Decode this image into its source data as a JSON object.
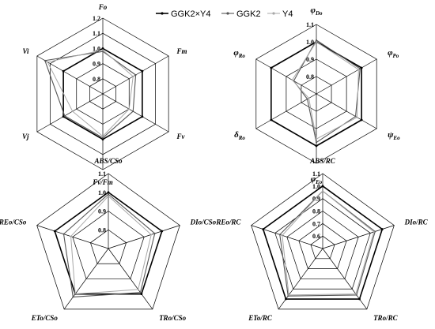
{
  "legend": {
    "series": [
      {
        "label": "GGK2×Y4",
        "color": "#000000",
        "width": 1.6
      },
      {
        "label": "GGK2",
        "color": "#555555",
        "width": 1.1
      },
      {
        "label": "Y4",
        "color": "#a8a8a8",
        "width": 1.0
      }
    ]
  },
  "chart_data": [
    {
      "type": "radar",
      "axes": [
        "Fo",
        "Fm",
        "Fv",
        "Fv/Fm",
        "Vj",
        "Vi"
      ],
      "axis_labels": [
        "Fo",
        "Fm",
        "Fv",
        "Fv/Fm",
        "Vj",
        "Vi"
      ],
      "ticks": [
        "0.8",
        "0.9",
        "1.0",
        "1.1",
        "1.2"
      ],
      "rlim": [
        0.7,
        1.2
      ],
      "grid_levels": [
        0.8,
        0.9,
        1.0,
        1.1,
        1.2
      ],
      "series": [
        {
          "name": "GGK2×Y4",
          "values": [
            1.0,
            1.0,
            1.0,
            1.0,
            1.0,
            1.0
          ]
        },
        {
          "name": "GGK2",
          "values": [
            0.98,
            0.95,
            0.93,
            0.99,
            0.99,
            1.14
          ]
        },
        {
          "name": "Y4",
          "values": [
            0.99,
            0.93,
            0.9,
            0.98,
            0.93,
            1.12
          ]
        }
      ]
    },
    {
      "type": "radar",
      "axes": [
        "phiDo",
        "phiPo",
        "psiEo",
        "phiEo",
        "deltaRo",
        "phiRo"
      ],
      "axis_labels": [
        {
          "main": "φ",
          "sub": "Do"
        },
        {
          "main": "φ",
          "sub": "Po"
        },
        {
          "main": "ψ",
          "sub": "Eo"
        },
        {
          "main": "φ",
          "sub": "Eo"
        },
        {
          "main": "δ",
          "sub": "Ro"
        },
        {
          "main": "φ",
          "sub": "Ro"
        }
      ],
      "ticks": [
        "0.8",
        "0.9",
        "1.0",
        "1.1"
      ],
      "rlim": [
        0.7,
        1.1
      ],
      "grid_levels": [
        0.8,
        0.9,
        1.0,
        1.1
      ],
      "series": [
        {
          "name": "GGK2×Y4",
          "values": [
            1.0,
            1.0,
            1.0,
            1.0,
            1.0,
            1.0
          ]
        },
        {
          "name": "GGK2",
          "values": [
            1.01,
            0.99,
            0.96,
            0.98,
            0.76,
            0.85
          ]
        },
        {
          "name": "Y4",
          "values": [
            1.0,
            0.98,
            0.97,
            0.96,
            0.75,
            0.86
          ]
        }
      ]
    },
    {
      "type": "radar",
      "axes": [
        "ABS/CSo",
        "DIo/CSo",
        "TRo/CSo",
        "ETo/CSo",
        "REo/CSo"
      ],
      "axis_labels": [
        "ABS/CSo",
        "DIo/CSo",
        "TRo/CSo",
        "ETo/CSo",
        "REo/CSo"
      ],
      "ticks": [
        "0.8",
        "0.9",
        "1.0",
        "1.1"
      ],
      "rlim": [
        0.7,
        1.1
      ],
      "grid_levels": [
        0.8,
        0.9,
        1.0,
        1.1
      ],
      "series": [
        {
          "name": "GGK2×Y4",
          "values": [
            1.0,
            1.0,
            1.0,
            1.0,
            1.0
          ]
        },
        {
          "name": "GGK2",
          "values": [
            0.99,
            0.96,
            0.99,
            1.02,
            0.95
          ]
        },
        {
          "name": "Y4",
          "values": [
            0.98,
            0.94,
            0.97,
            1.0,
            0.91
          ]
        }
      ]
    },
    {
      "type": "radar",
      "axes": [
        "ABS/RC",
        "DIo/RC",
        "TRo/RC",
        "ETo/RC",
        "REo/RC"
      ],
      "axis_labels": [
        "ABS/RC",
        "DIo/RC",
        "TRo/RC",
        "ETo/RC",
        "REo/RC"
      ],
      "ticks": [
        "0.6",
        "0.7",
        "0.8",
        "0.9",
        "1.0",
        "1.1"
      ],
      "rlim": [
        0.5,
        1.1
      ],
      "grid_levels": [
        0.6,
        0.7,
        0.8,
        0.9,
        1.0,
        1.1
      ],
      "series": [
        {
          "name": "GGK2×Y4",
          "values": [
            1.0,
            1.0,
            1.0,
            1.0,
            1.0
          ]
        },
        {
          "name": "GGK2",
          "values": [
            0.96,
            0.94,
            0.96,
            0.97,
            0.86
          ]
        },
        {
          "name": "Y4",
          "values": [
            0.96,
            0.93,
            0.95,
            0.96,
            0.84
          ]
        }
      ]
    }
  ]
}
